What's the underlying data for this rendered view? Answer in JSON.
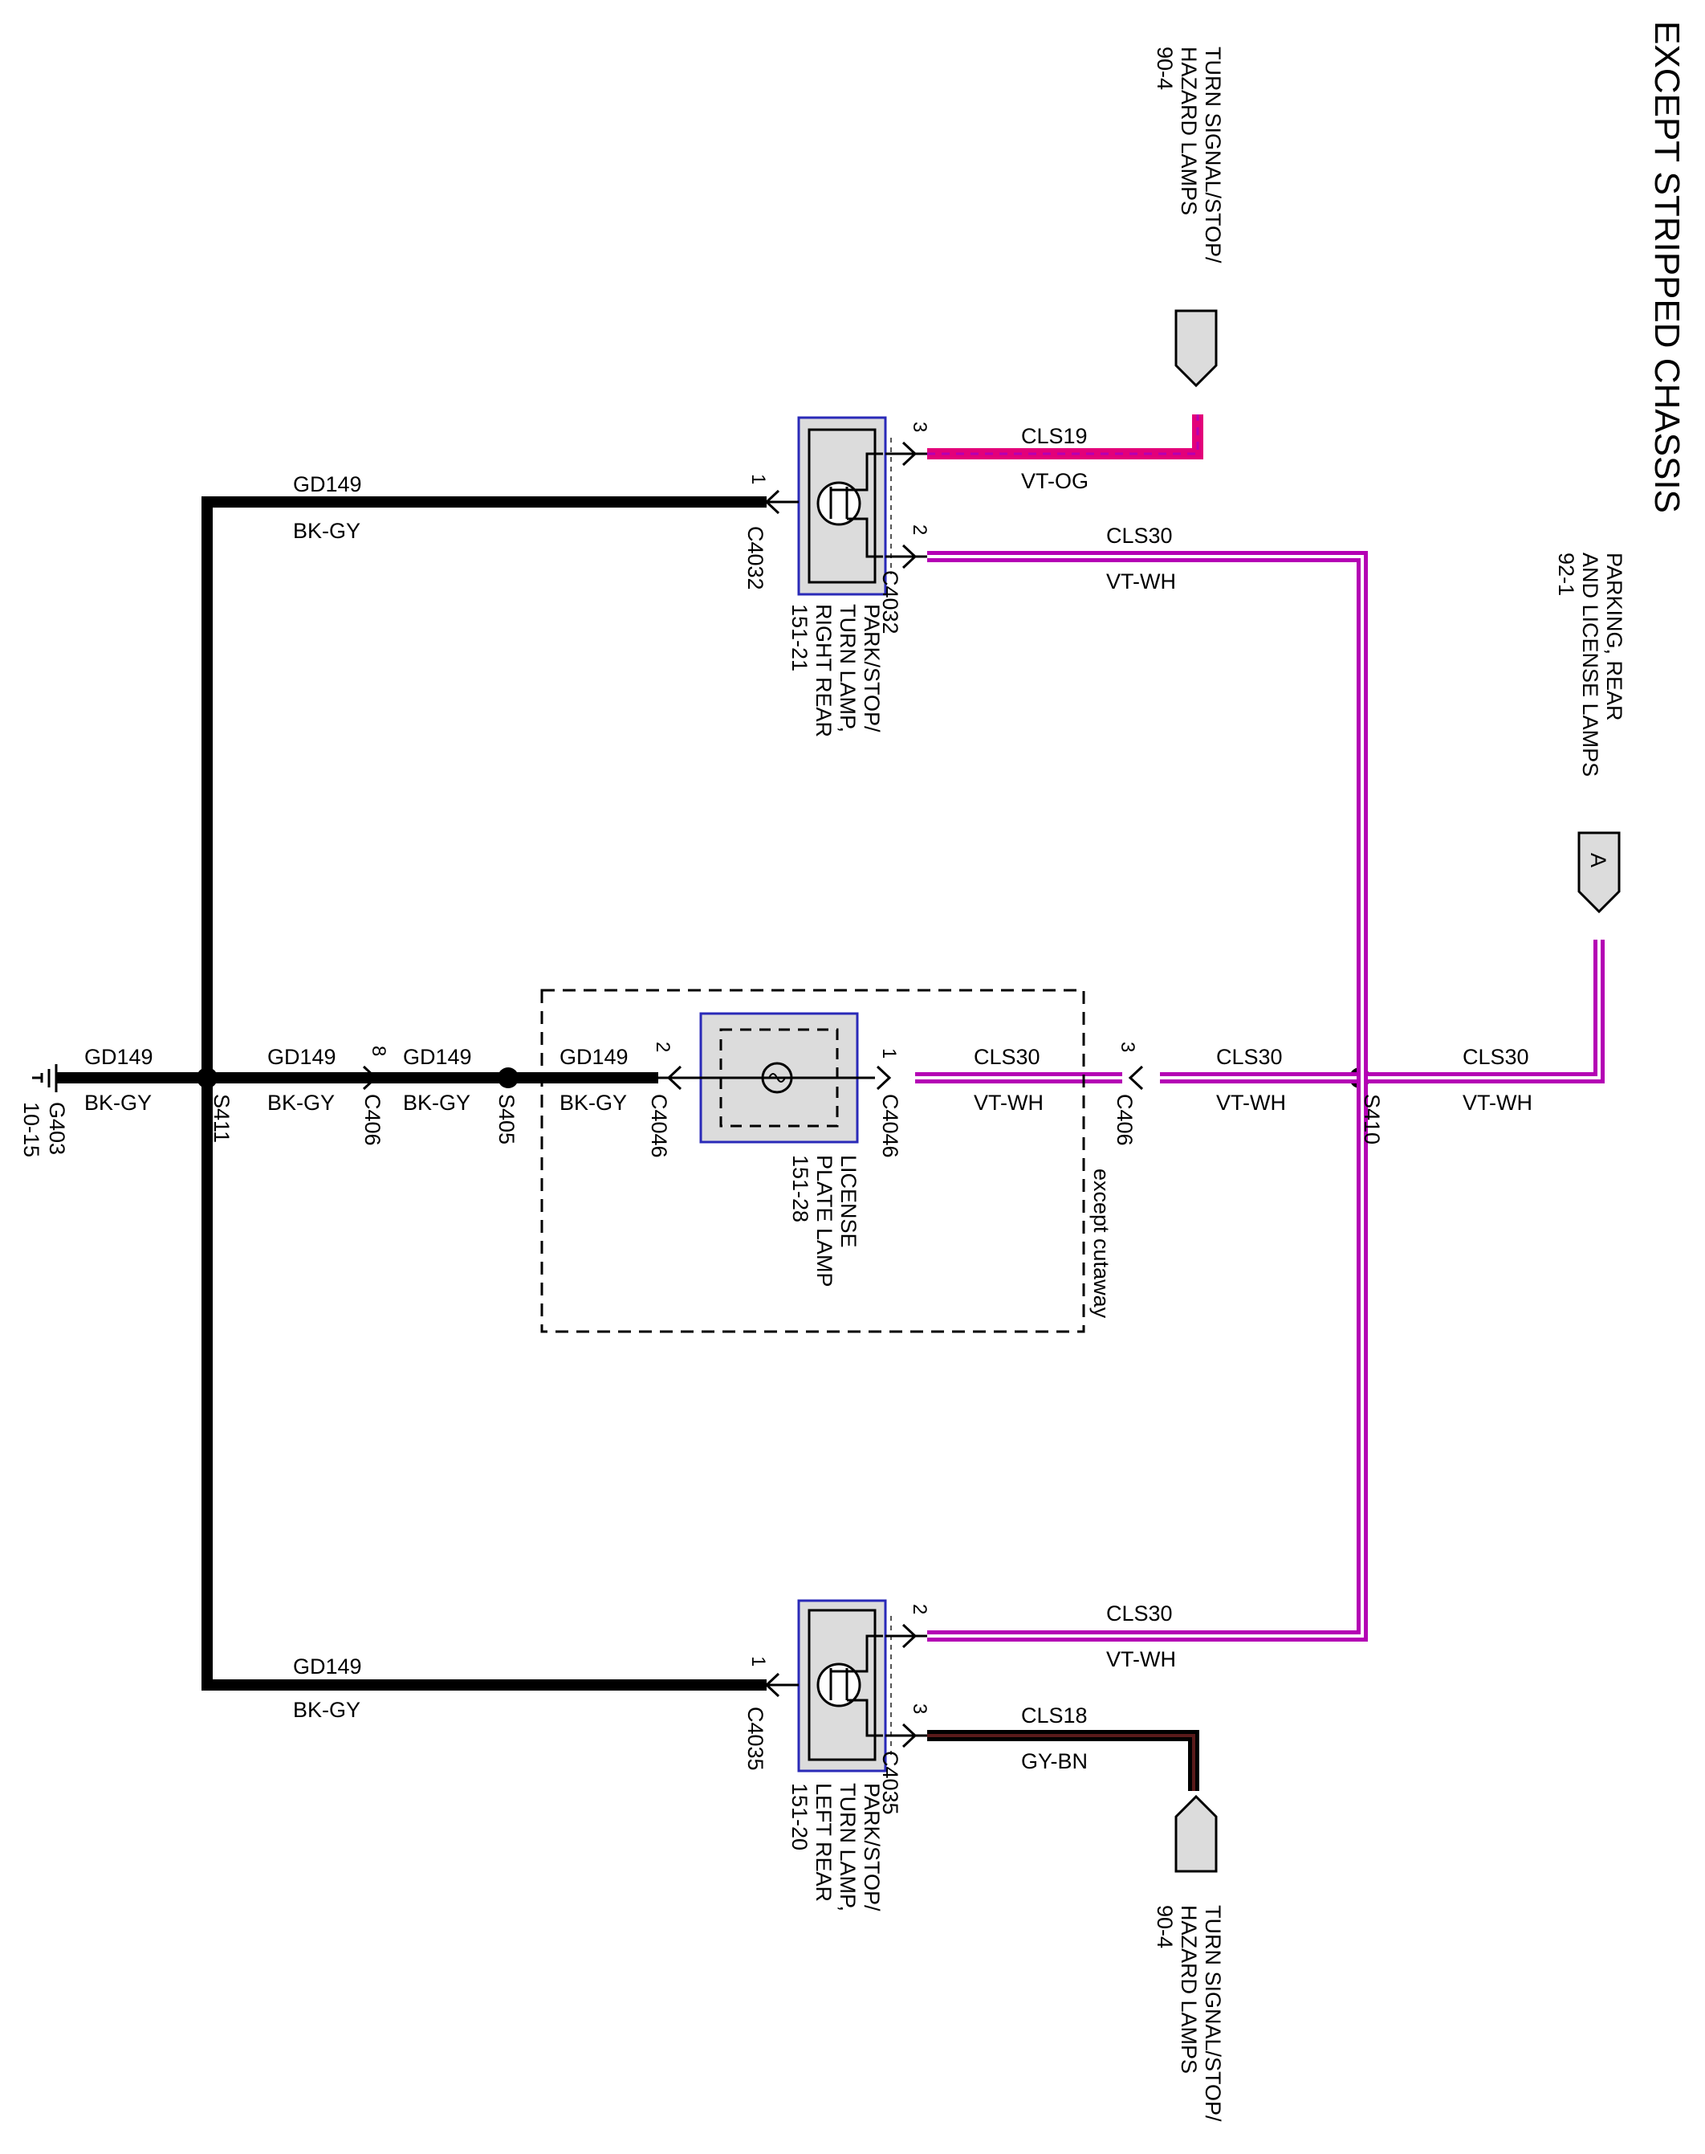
{
  "title": "EXCEPT STRIPPED CHASSIS",
  "colors": {
    "black_wire": "#000000",
    "violet": "#b400b4",
    "violet_white": "#ffffff",
    "violet_orange": "#e3007a",
    "gray_brown": "#3a0d0d",
    "component_fill": "#dcdcdc",
    "component_border": "#2a2ab8"
  },
  "offpage": {
    "turn_top": [
      "TURN SIGNAL/STOP/",
      "HAZARD LAMPS",
      "90-4"
    ],
    "turn_bottom": [
      "TURN SIGNAL/STOP/",
      "HAZARD LAMPS",
      "90-4"
    ],
    "parking": [
      "PARKING, REAR",
      "AND LICENSE LAMPS",
      "92-1"
    ],
    "parking_letter": "A"
  },
  "components": {
    "right_rear": [
      "PARK/STOP/",
      "TURN LAMP,",
      "RIGHT REAR",
      "151-21"
    ],
    "license": [
      "LICENSE",
      "PLATE LAMP",
      "151-28"
    ],
    "left_rear": [
      "PARK/STOP/",
      "TURN LAMP,",
      "LEFT REAR",
      "151-20"
    ],
    "except_cutaway": "except cutaway"
  },
  "ground": {
    "name": "G403",
    "ref": "10-15"
  },
  "splices": {
    "s411": "S411",
    "s405": "S405",
    "s410": "S410"
  },
  "connectors": {
    "c406": "C406",
    "c4046": "C4046",
    "c4032": "C4032",
    "c4035": "C4035"
  },
  "pins": {
    "c406_pin8": "8",
    "c4046_pin2": "2",
    "c4046_pin1": "1",
    "c406_pin3": "3",
    "c4032_pin1": "1",
    "c4032_pin3": "3",
    "c4032_pin2": "2",
    "c4035_pin1": "1",
    "c4035_pin2": "2",
    "c4035_pin3": "3"
  },
  "wires": {
    "gd149": "GD149",
    "bk_gy": "BK-GY",
    "cls30": "CLS30",
    "vt_wh": "VT-WH",
    "cls19": "CLS19",
    "vt_og": "VT-OG",
    "cls18": "CLS18",
    "gy_bn": "GY-BN"
  }
}
